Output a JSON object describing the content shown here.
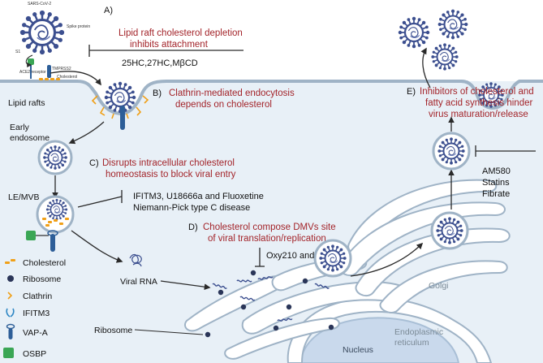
{
  "virus_labels": {
    "name": "SARS-CoV-2",
    "spike": "Spike protein",
    "s1": "S1",
    "ace2": "ACE2 receptor",
    "tmprss2": "TMPRSS2",
    "cholesterol": "Cholesterol"
  },
  "steps": {
    "a": {
      "letter": "A)",
      "line1": "Lipid raft cholesterol depletion",
      "line2": "inhibits attachment",
      "inhibitors": "25HC,27HC,MβCD"
    },
    "b": {
      "letter": "B)",
      "line1": "Clathrin-mediated endocytosis",
      "line2": "depends on cholesterol"
    },
    "c": {
      "letter": "C)",
      "line1": "Disrupts intracellular cholesterol",
      "line2": "homeostasis to block viral entry",
      "inhibitor1": "IFITM3, U18666a and Fluoxetine",
      "inhibitor2": "Niemann-Pick type C disease"
    },
    "d": {
      "letter": "D)",
      "line1": "Cholesterol compose DMVs site",
      "line2": "of viral translation/replication",
      "inhibitors": "Oxy210 and Oxy232"
    },
    "e": {
      "letter": "E)",
      "line1": "Inhibitors of cholesterol and",
      "line2": "fatty acid synthesis hinder",
      "line3": "virus maturation/release",
      "inh1": "AM580",
      "inh2": "Statins",
      "inh3": "Fibrate"
    }
  },
  "structures": {
    "lipid_rafts": "Lipid rafts",
    "early_endosome_1": "Early",
    "early_endosome_2": "endosome",
    "le_mvb": "LE/MVB",
    "viral_rna": "Viral RNA",
    "ribosome": "Ribosome",
    "nucleus": "Nucleus",
    "golgi": "Golgi",
    "er_1": "Endoplasmic",
    "er_2": "reticulum"
  },
  "legend": [
    {
      "label": "Cholesterol",
      "icon": "cholesterol-icon"
    },
    {
      "label": "Ribosome",
      "icon": "ribosome-icon"
    },
    {
      "label": "Clathrin",
      "icon": "clathrin-icon"
    },
    {
      "label": "IFITM3",
      "icon": "ifitm3-icon"
    },
    {
      "label": "VAP-A",
      "icon": "vap-a-icon"
    },
    {
      "label": "OSBP",
      "icon": "osbp-icon"
    }
  ],
  "colors": {
    "cell_fill": "#e8f0f7",
    "membrane": "#9fb3c6",
    "accent_text": "#a3242a",
    "virus": "#3c4f8f",
    "cholesterol": "#f0a018",
    "nucleus": "#c9d9ec",
    "osbp": "#3aa655",
    "vap": "#2d5e98"
  }
}
